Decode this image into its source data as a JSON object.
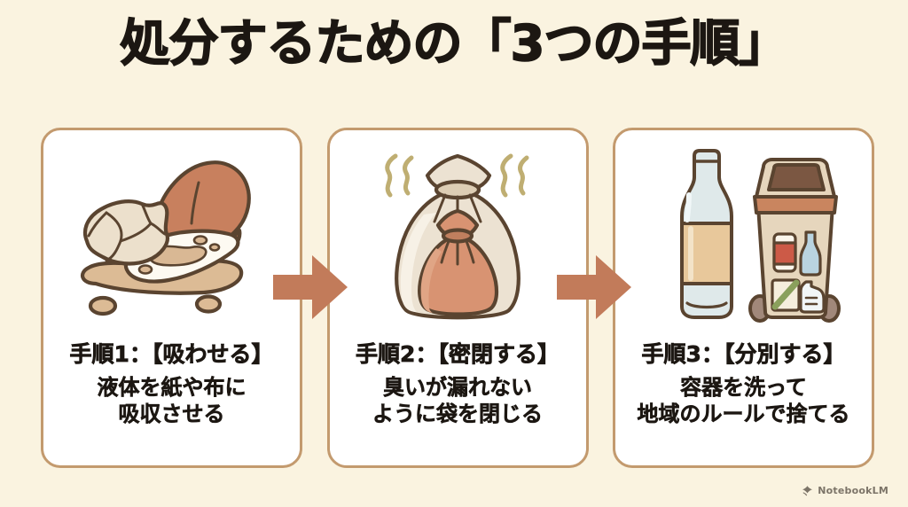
{
  "page": {
    "background_color": "#FAF3E0",
    "title": "処分するための「3つの手順」"
  },
  "colors": {
    "background": "#FAF3E0",
    "card_background": "#FFFFFF",
    "card_border": "#C39A6E",
    "arrow": "#C27B5A",
    "title_text": "#1C1712",
    "body_text": "#1C1712",
    "accent_terracotta": "#C8805E",
    "ink_outline": "#5A4534",
    "watermark_text": "#7C7468"
  },
  "steps": [
    {
      "id": "step-1",
      "heading": "手順1：【吸わせる】",
      "body_lines": [
        "液体を紙や布に",
        "吸収させる"
      ],
      "illustration": "spill-absorbed-by-paper-and-cloth-icon"
    },
    {
      "id": "step-2",
      "heading": "手順2：【密閉する】",
      "body_lines": [
        "臭いが漏れない",
        "ように袋を閉じる"
      ],
      "illustration": "sealed-trash-bag-with-odor-lines-icon"
    },
    {
      "id": "step-3",
      "heading": "手順3：【分別する】",
      "body_lines": [
        "容器を洗って",
        "地域のルールで捨てる"
      ],
      "illustration": "glass-bottle-and-recycling-bin-icon"
    }
  ],
  "arrows": [
    {
      "id": "arrow-1",
      "direction": "right",
      "color": "#C27B5A"
    },
    {
      "id": "arrow-2",
      "direction": "right",
      "color": "#C27B5A"
    }
  ],
  "watermark": {
    "label": "NotebookLM",
    "icon": "notebooklm-logo-icon"
  }
}
